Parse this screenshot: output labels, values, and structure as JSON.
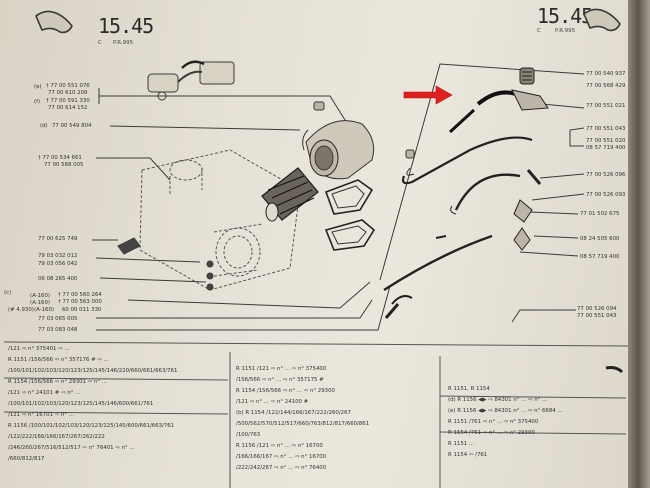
{
  "header": {
    "left_number": "15.45",
    "left_sub_c": "C",
    "left_sub_pr": "P.R.995",
    "right_number": "15.45",
    "right_sub_c": "C",
    "right_sub_pr": "P.R.995"
  },
  "left_refs": {
    "e_marker": "(e)",
    "e_1": "† 77 00 551 076",
    "e_2": "77 00 610 209",
    "f_marker": "(f)",
    "f_1": "† 77 00 591 330",
    "f_2": "77 00 614 152",
    "d_marker": "(d)",
    "d_1": "77 00 549 804",
    "r1": "† 77 00 534 661",
    "r2": "77 00 568 005",
    "r3": "77 00 625 749",
    "r4": "79 03 032 012",
    "r5": "79 03 056 042",
    "r6": "06 08 265 400",
    "c_marker": "(c)",
    "c_1a": "(A-160)",
    "c_1b": "† 77 00 560 264",
    "c_2a": "(A-160)",
    "c_2b": "† 77 00 563 000",
    "c_3a": "(# 4.930)",
    "c_3b": "(A-160)",
    "c_3c": "60 00 011 330",
    "r7": "77 03 065 005",
    "r8": "77 03 083 048"
  },
  "right_refs": {
    "a1": "77 00 540 937",
    "a2": "77 00 568 429",
    "a3": "77 00 551 021",
    "a4": "77 00 551 043",
    "a5": "77 00 551 020",
    "a6": "08 57 719 400",
    "a7": "77 00 526 096",
    "a8": "77 00 526 093",
    "a9": "77 01 502 675",
    "a10": "08 24 505 600",
    "a11": "08 57 719 400",
    "a12": "77 00 526 094",
    "a13": "77 00 551 043"
  },
  "table_left": {
    "lines": [
      "/121 ⇨ n° 375401 ⇨ ...",
      "R 1151 /156/566 ⇨ n° 357176 # ⇨ ...",
      "/100/101/102/103/120/123/125/145/146/220/660/661/663/761",
      "R 1154 /156/566 ⇨ n° 29301 ⇨ n° ...",
      "/121 ⇨ n° 24101 # ⇨ n° ...",
      "/100/101/102/103/120/123/125/145/146/600/661/761",
      "/121 ⇨ n° 16701 ⇨ n° ...",
      "R 1156 /100/101/102/103/120/123/125/145/600/661/663/761",
      "/122/222/166/166/167/267/262/222",
      "/246/260/267/516/512/517 ⇨ n° 76401 ⇨ n° ...",
      "/660/812/817"
    ]
  },
  "table_middle": {
    "lines": [
      "R 1151 /121 ⇨ n° ... ⇨ n° 375400",
      "/156/566 ⇨ n° ... ⇨ n° 357175 #",
      "R 1154 /156/566 ⇨ n° ... ⇨ n° 29300",
      "/121 ⇨ n° ... ⇨ n° 24100 #",
      "(b) R 1154 /122/144/166/167/222/260/267",
      "/500/562/570/512/517/660/763/812/817/660/861",
      "/100/763",
      "R 1156 /121 ⇨ n° ... ⇨ n° 16700",
      "/166/166/167 ⇨ n° ... ⇨ n° 16700",
      "/222/242/267 ⇨ n° ... ⇨ n° 76400"
    ]
  },
  "table_right": {
    "lines": [
      "R 1151, R 1154",
      "(d) R 1156 ◀▶ ⇨ 84301 n° ... ⇨ n° ...",
      "(e) R 1156 ◀▶ ⇨ 84301 n° ... ⇨ n° 6684 ...",
      "R 1151 /761 ⇨ n° ... ⇨ n° 375400",
      "R 1154 /761 ⇨ n° ... ⇨ n° 29300",
      "R 1151 ...",
      "R 1154 ⇦ /761"
    ]
  },
  "colors": {
    "arrow": "#e02020",
    "paper": "#e6e1d6",
    "ink": "#333333"
  }
}
